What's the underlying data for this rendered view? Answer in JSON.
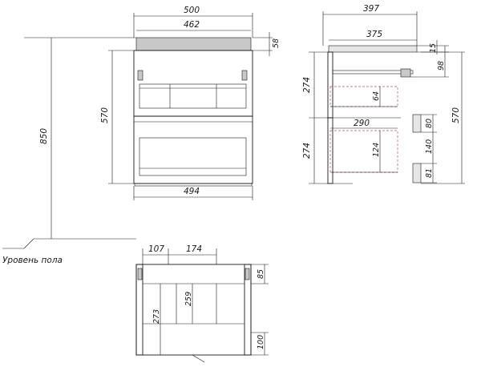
{
  "front_view": {
    "overall_width": "500",
    "top_width": "462",
    "top_thickness": "58",
    "body_height": "570",
    "total_height": "850",
    "bottom_width": "494"
  },
  "side_view": {
    "depth": "397",
    "drawer_depth": "375",
    "dim_15": "15",
    "dim_98": "98",
    "upper_drawer_height": "274",
    "lower_drawer_height": "274",
    "side_height": "570",
    "dim_64": "64",
    "inner_width": "290",
    "dim_124": "124",
    "dim_80": "80",
    "dim_140": "140",
    "dim_81": "81"
  },
  "floor_label": "Уровень пола",
  "back_view": {
    "dim_107": "107",
    "dim_174": "174",
    "dim_85": "85",
    "dim_259": "259",
    "dim_273": "273",
    "dim_100": "100"
  }
}
